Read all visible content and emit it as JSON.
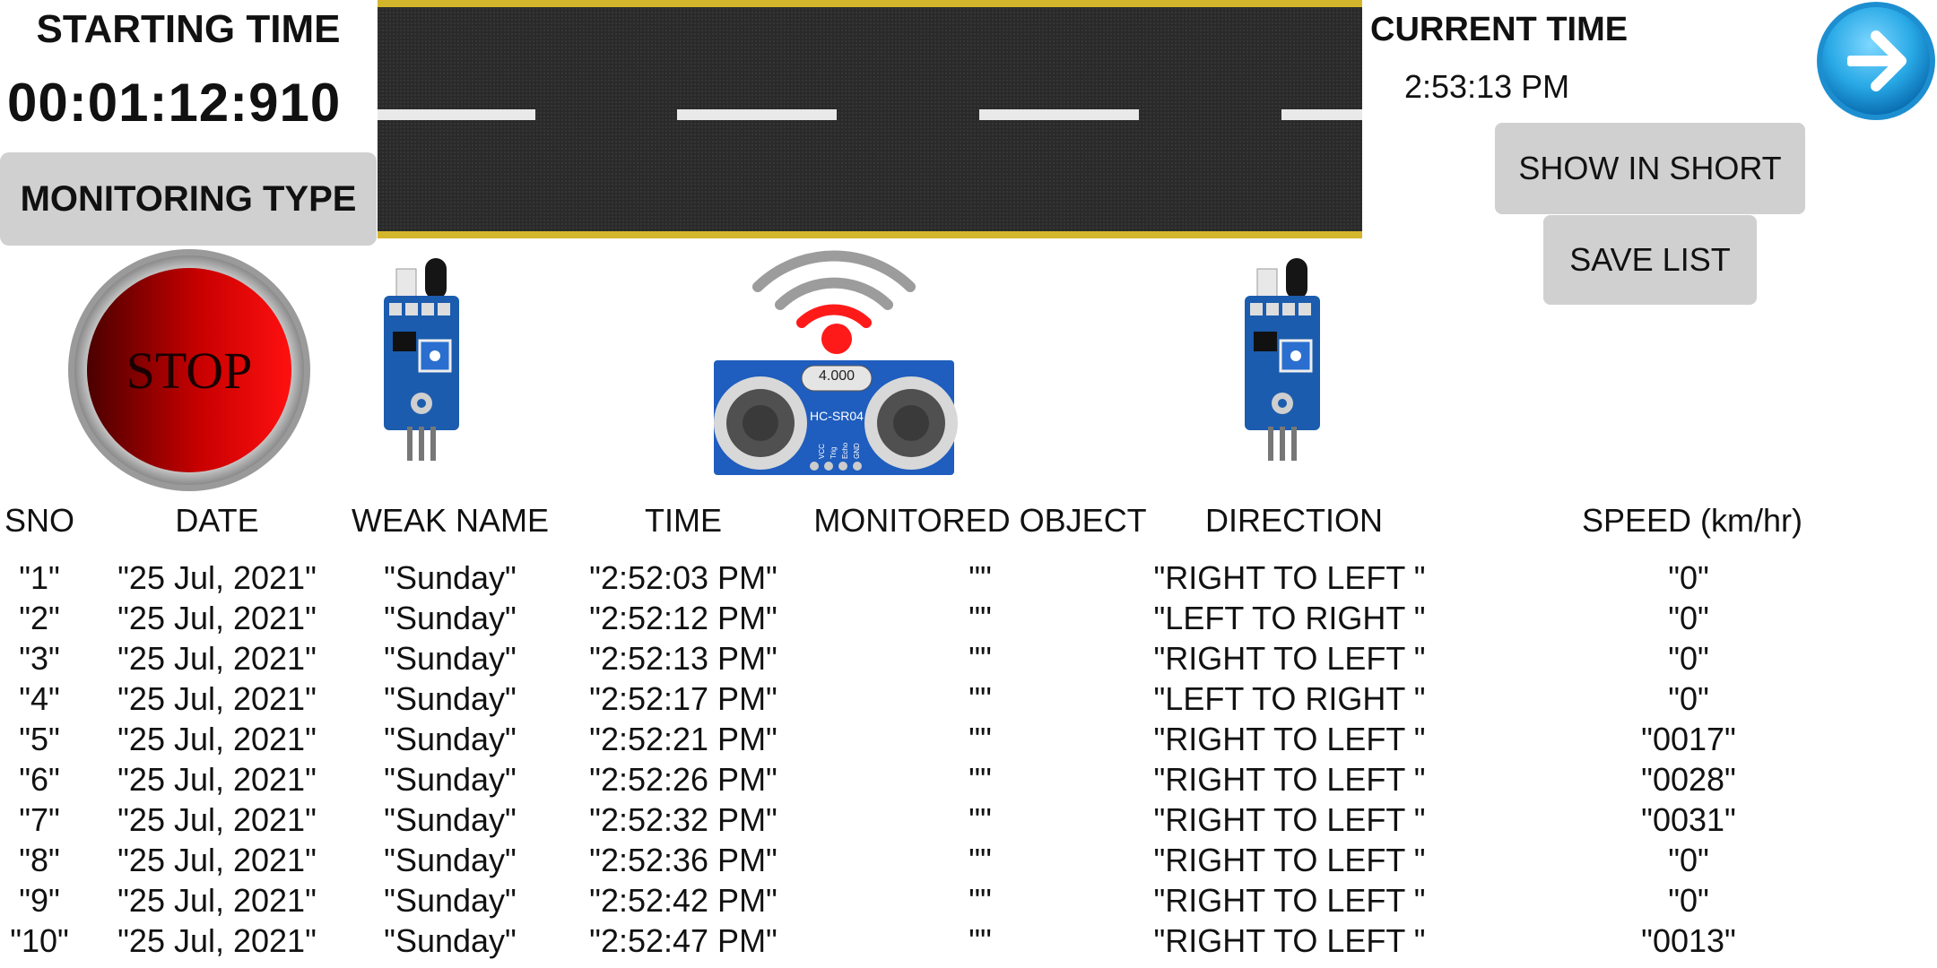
{
  "header": {
    "starting_label": "STARTING TIME",
    "starting_value": "00:01:12:910",
    "monitoring_type_label": "MONITORING TYPE",
    "current_label": "CURRENT TIME",
    "current_value": "2:53:13 PM",
    "show_in_short_label": "SHOW IN SHORT",
    "save_list_label": "SAVE LIST",
    "next_icon": "arrow-right-icon"
  },
  "stop_button": {
    "label": "STOP",
    "color": "#e00000"
  },
  "sensors": {
    "ultrasonic_model": "HC-SR04",
    "ultrasonic_crystal": "4.000",
    "pins": [
      "VCC",
      "Trig",
      "Echo",
      "GND"
    ]
  },
  "colors": {
    "road_edge": "#d4b62c",
    "button_gray": "#d0d0d0",
    "accent_blue": "#29a9e6",
    "wifi_red": "#ff1a1a"
  },
  "table": {
    "headers": [
      "SNO",
      "DATE",
      "WEAK NAME",
      "TIME",
      "MONITORED OBJECT",
      "DIRECTION",
      "SPEED (km/hr)"
    ],
    "rows": [
      [
        "\"1\"",
        "\"25 Jul, 2021\"",
        "\"Sunday\"",
        "\"2:52:03 PM\"",
        "\"\"",
        "\"RIGHT TO LEFT \"",
        "\"0\""
      ],
      [
        "\"2\"",
        "\"25 Jul, 2021\"",
        "\"Sunday\"",
        "\"2:52:12 PM\"",
        "\"\"",
        "\"LEFT TO RIGHT \"",
        "\"0\""
      ],
      [
        "\"3\"",
        "\"25 Jul, 2021\"",
        "\"Sunday\"",
        "\"2:52:13 PM\"",
        "\"\"",
        "\"RIGHT TO LEFT \"",
        "\"0\""
      ],
      [
        "\"4\"",
        "\"25 Jul, 2021\"",
        "\"Sunday\"",
        "\"2:52:17 PM\"",
        "\"\"",
        "\"LEFT TO RIGHT \"",
        "\"0\""
      ],
      [
        "\"5\"",
        "\"25 Jul, 2021\"",
        "\"Sunday\"",
        "\"2:52:21 PM\"",
        "\"\"",
        "\"RIGHT TO LEFT \"",
        "\"0017\""
      ],
      [
        "\"6\"",
        "\"25 Jul, 2021\"",
        "\"Sunday\"",
        "\"2:52:26 PM\"",
        "\"\"",
        "\"RIGHT TO LEFT \"",
        "\"0028\""
      ],
      [
        "\"7\"",
        "\"25 Jul, 2021\"",
        "\"Sunday\"",
        "\"2:52:32 PM\"",
        "\"\"",
        "\"RIGHT TO LEFT \"",
        "\"0031\""
      ],
      [
        "\"8\"",
        "\"25 Jul, 2021\"",
        "\"Sunday\"",
        "\"2:52:36 PM\"",
        "\"\"",
        "\"RIGHT TO LEFT \"",
        "\"0\""
      ],
      [
        "\"9\"",
        "\"25 Jul, 2021\"",
        "\"Sunday\"",
        "\"2:52:42 PM\"",
        "\"\"",
        "\"RIGHT TO LEFT \"",
        "\"0\""
      ],
      [
        "\"10\"",
        "\"25 Jul, 2021\"",
        "\"Sunday\"",
        "\"2:52:47 PM\"",
        "\"\"",
        "\"RIGHT TO LEFT \"",
        "\"0013\""
      ]
    ]
  }
}
